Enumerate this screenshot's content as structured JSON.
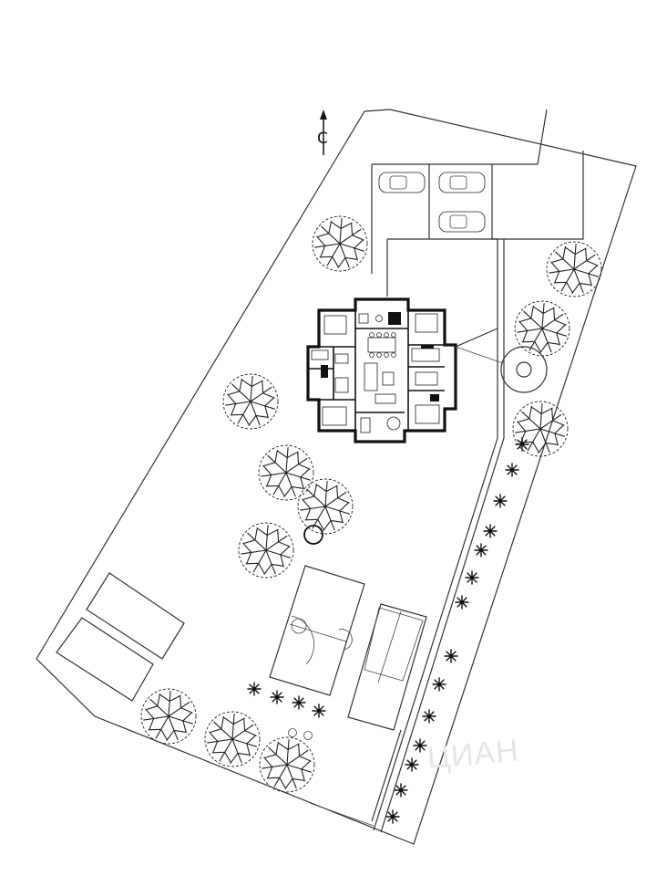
{
  "north_arrow": {
    "label": "С"
  },
  "plan_note": "",
  "watermark": {
    "text": "ЦИАН"
  },
  "rooms": [
    {
      "label": ""
    },
    {
      "label": ""
    },
    {
      "label": ""
    },
    {
      "label": ""
    },
    {
      "label": ""
    },
    {
      "label": ""
    },
    {
      "label": ""
    },
    {
      "label": ""
    }
  ],
  "site_features": [
    "house",
    "driveway",
    "parking",
    "basketball-court",
    "pool",
    "round-patio",
    "trees",
    "shrubs",
    "lawn-beds"
  ]
}
